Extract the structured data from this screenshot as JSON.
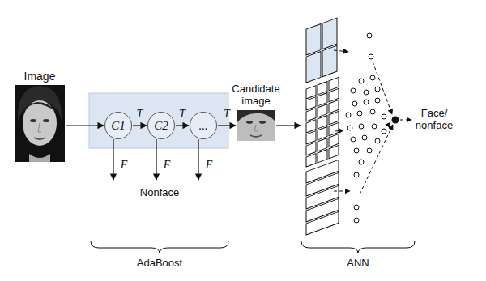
{
  "diagram": {
    "nodes": [
      {
        "text": [
          "Image"
        ]
      },
      {
        "text": [
          "C1"
        ]
      },
      {
        "text": [
          "C2"
        ]
      },
      {
        "text": [
          "..."
        ]
      },
      {
        "text": [
          "Candidate image"
        ]
      }
    ],
    "edges": [
      {
        "from": 0,
        "to": 1,
        "arrow": "to"
      },
      {
        "from": 1,
        "to": 2,
        "label": "T",
        "arrow": "to"
      },
      {
        "from": 2,
        "to": 3,
        "label": "T",
        "arrow": "to"
      },
      {
        "from": 3,
        "to": 4,
        "label": "T",
        "arrow": "to"
      }
    ],
    "labels": [
      "F",
      "F",
      "F",
      "Nonface",
      "AdaBoost",
      "ANN",
      "Face/ nonface"
    ]
  }
}
